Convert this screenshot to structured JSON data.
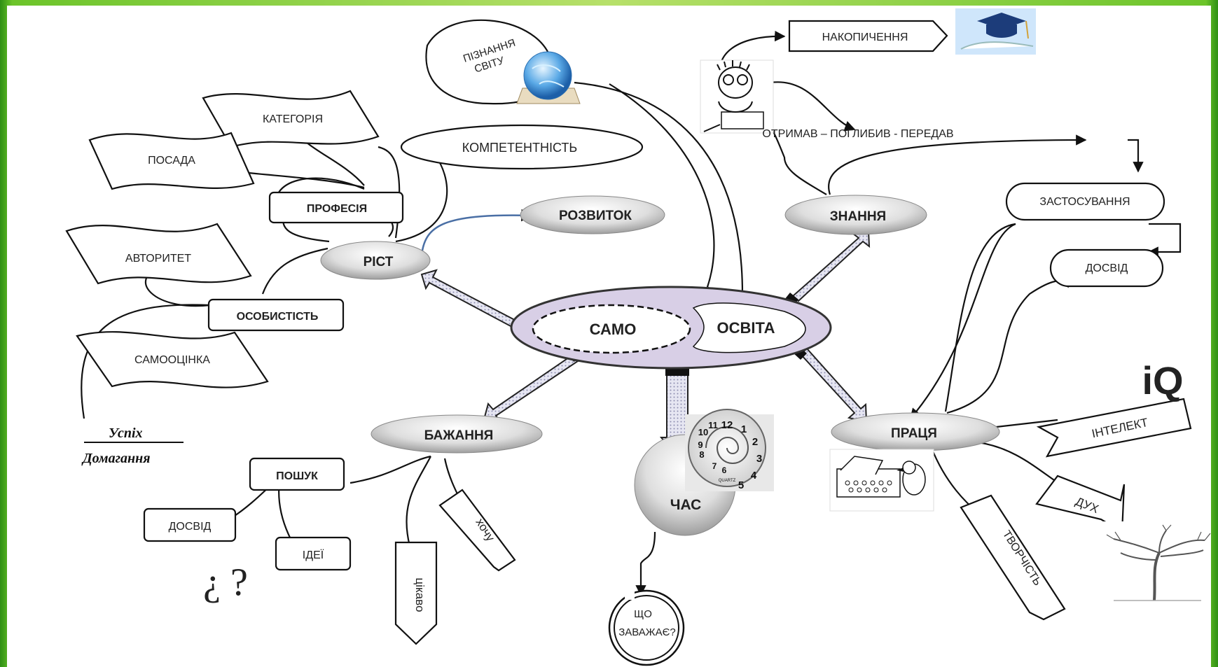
{
  "center": {
    "left": "САМО",
    "right": "ОСВІТА"
  },
  "nodes": {
    "rist": "РІСТ",
    "rozvytok": "РОЗВИТОК",
    "znannia": "ЗНАННЯ",
    "bazhannia": "БАЖАННЯ",
    "chas": "ЧАС",
    "pratsia": "ПРАЦЯ"
  },
  "growth": {
    "kompetentnist": "КОМПЕТЕНТНІСТЬ",
    "profesiia": "ПРОФЕСІЯ",
    "kategoriia": "КАТЕГОРІЯ",
    "posada": "ПОСАДА",
    "osobystist": "ОСОБИСТІСТЬ",
    "avtorytet": "АВТОРИТЕТ",
    "samootsinka": "САМООЦІНКА",
    "uspikh": "Успіх",
    "domagannia": "Домагання"
  },
  "knowledge": {
    "piznannia_line1": "ПІЗНАННЯ",
    "piznannia_line2": "СВІТУ",
    "nakopychennia": "НАКОПИЧЕННЯ",
    "cycle": "ОТРИМАВ – ПОГЛИБИВ - ПЕРЕДАВ",
    "zastosuvannia": "ЗАСТОСУВАННЯ",
    "dosvid": "ДОСВІД"
  },
  "work": {
    "intelekt": "ІНТЕЛЕКТ",
    "dukh": "ДУХ",
    "tvorchist": "ТВОРЧІСТЬ",
    "iq_logo": "iQ"
  },
  "desire": {
    "poshuk": "ПОШУК",
    "dosvid": "ДОСВІД",
    "idei": "ІДЕЇ",
    "khochu": "хочу",
    "tsikavo": "цікаво",
    "question_marks": "¿ ?"
  },
  "time": {
    "obstacle_line1": "ЩО",
    "obstacle_line2": "ЗАВАЖАЄ?",
    "clock_numbers": [
      "12",
      "1",
      "2",
      "3",
      "4",
      "5",
      "6",
      "7",
      "8",
      "9",
      "10",
      "11"
    ],
    "clock_brand": "QUARTZ"
  },
  "colors": {
    "center_fill": "#d8cfe6",
    "node_fill_light": "#f4f4f4",
    "node_fill_dark": "#b0b0b0",
    "arrow_fill": "#dcdcef",
    "growth_arrow": "#4a6fa5"
  }
}
